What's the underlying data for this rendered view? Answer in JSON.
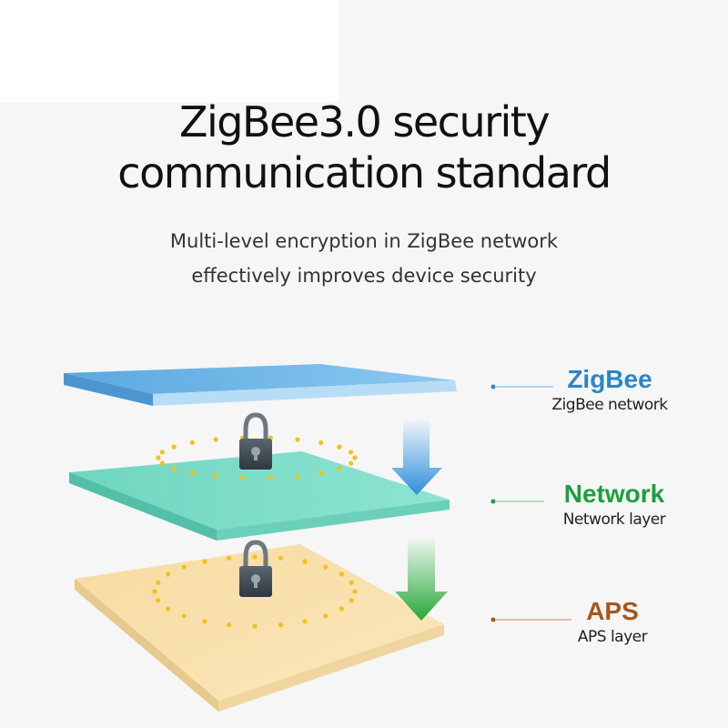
{
  "headline": {
    "line1": "ZigBee3.0 security",
    "line2": "communication standard"
  },
  "description": {
    "line1": "Multi-level encryption in ZigBee network",
    "line2": "effectively improves device security"
  },
  "layers": [
    {
      "title": "ZigBee",
      "subtitle": "ZigBee network",
      "color": "#2a86c7"
    },
    {
      "title": "Network",
      "subtitle": "Network layer",
      "color": "#1f9e3c"
    },
    {
      "title": "APS",
      "subtitle": "APS layer",
      "color": "#a8561d"
    }
  ],
  "icons": [
    "padlock-icon",
    "arrow-down-icon"
  ]
}
